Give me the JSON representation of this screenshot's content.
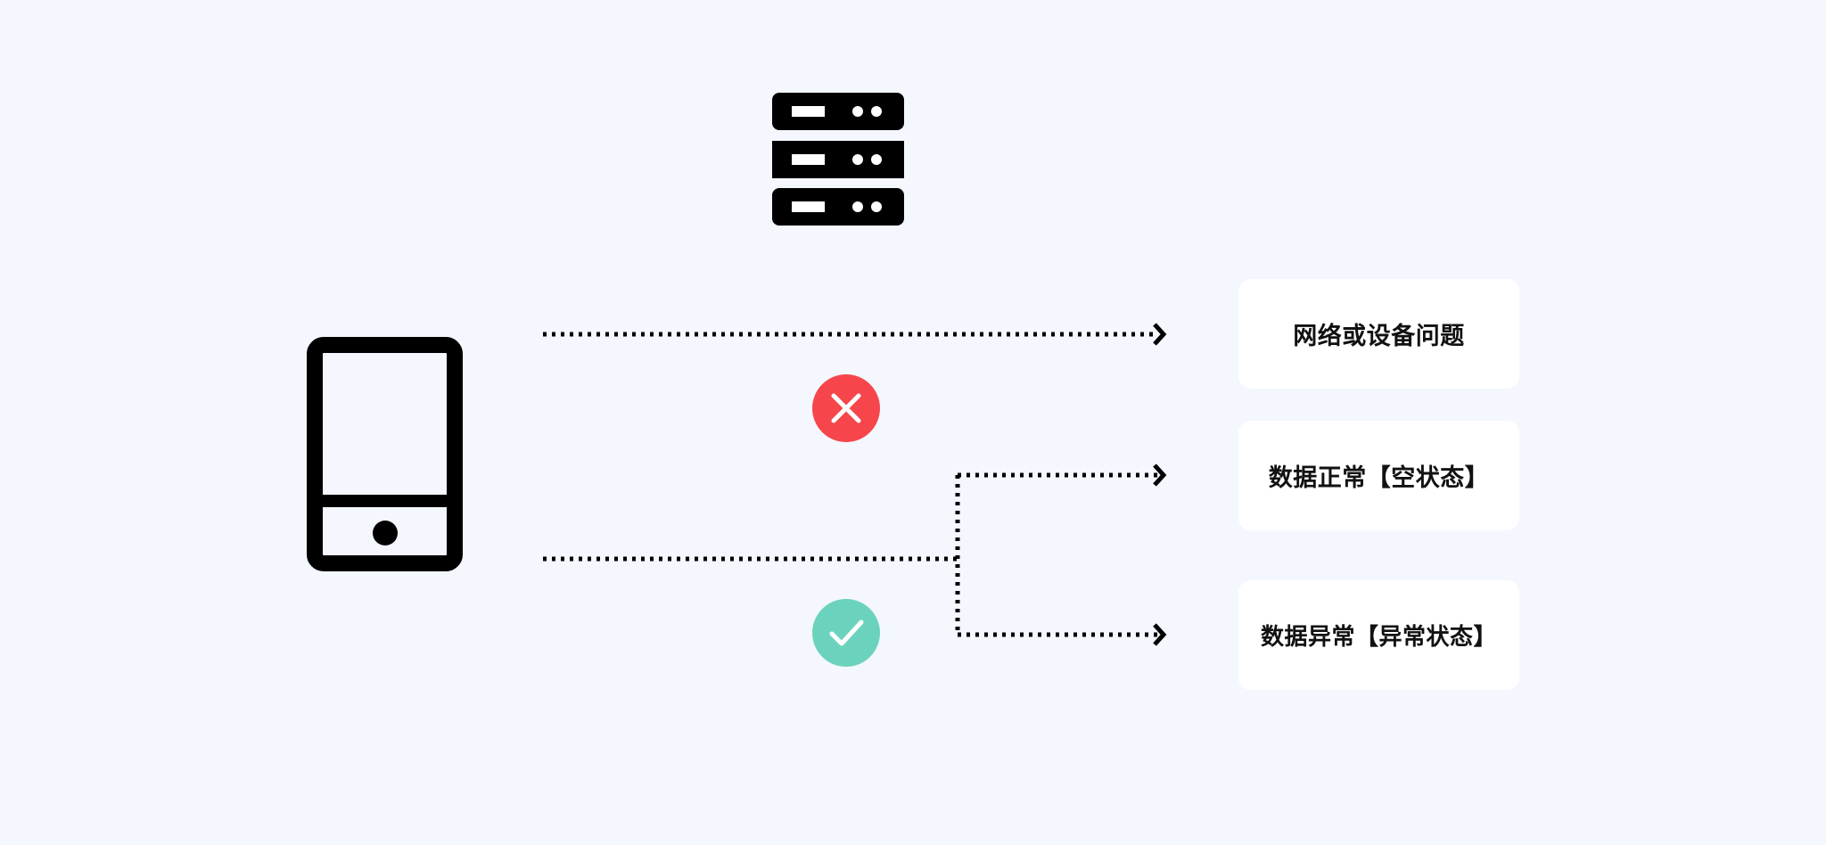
{
  "colors": {
    "background": "#f4f7fe",
    "card": "#ffffff",
    "ink": "#000000",
    "failure": "#f6464b",
    "success": "#6bd3bd"
  },
  "icons": {
    "server": "server-icon",
    "phone": "mobile-phone-icon",
    "failure": "cross-circle-icon",
    "success": "check-circle-icon"
  },
  "results": [
    {
      "label": "网络或设备问题"
    },
    {
      "label": "数据正常【空状态】"
    },
    {
      "label": "数据异常【异常状态】"
    }
  ]
}
